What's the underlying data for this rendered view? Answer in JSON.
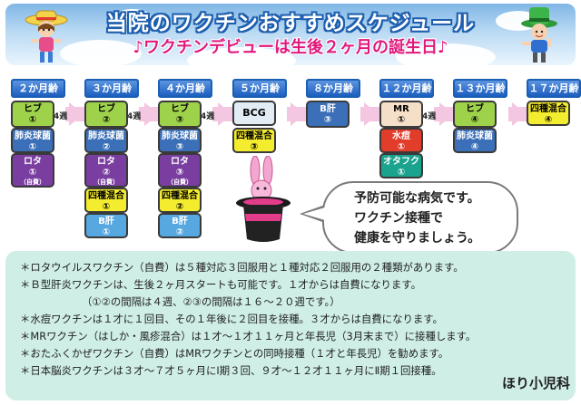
{
  "header": {
    "title": "当院のワクチンおすすめスケジュール",
    "subtitle": "♪ワクチンデビューは生後２ヶ月の誕生日♪"
  },
  "ages": [
    "２か月齢",
    "３か月齢",
    "４か月齢",
    "５か月齢",
    "８か月齢",
    "１２か月齢",
    "１３か月齢",
    "１７か月齢"
  ],
  "intervals": [
    "4週",
    "4週",
    "4週",
    "4週"
  ],
  "vaccines": {
    "hib": "ヒブ",
    "pneumococcal": "肺炎球菌",
    "rota": "ロタ",
    "self_pay": "（自費）",
    "four_combo": "四種混合",
    "hep_b": "B肝",
    "bcg": "BCG",
    "mr": "MR",
    "varicella": "水痘",
    "mumps": "オタフク"
  },
  "doses": {
    "d1": "①",
    "d2": "②",
    "d3": "③",
    "d4": "④"
  },
  "bubble": {
    "line1": "予防可能な病気です。",
    "line2": "ワクチン接種で",
    "line3": "健康を守りましょう。"
  },
  "notes": [
    "＊ロタウイルスワクチン（自費）は５種対応３回服用と１種対応２回服用の２種類があります。",
    "＊Ｂ型肝炎ワクチンは、生後２ヶ月スタートも可能です。１才からは自費になります。",
    "（①②の間隔は４週、②③の間隔は１６～２０週です。）",
    "＊水痘ワクチンは１才に１回目、その１年後に２回目を接種。３才からは自費になります。",
    "＊MRワクチン（はしか・風疹混合）は１才～１才１１ヶ月と年長児（3月末まで）に接種します。",
    "＊おたふくかぜワクチン（自費）はMRワクチンとの同時接種（１才と年長児）を勧めます。",
    "＊日本脳炎ワクチンは３才～７才５ヶ月にⅠ期３回、９才～１２才１１ヶ月にⅡ期１回接種。"
  ],
  "footer": "ほり小児科"
}
